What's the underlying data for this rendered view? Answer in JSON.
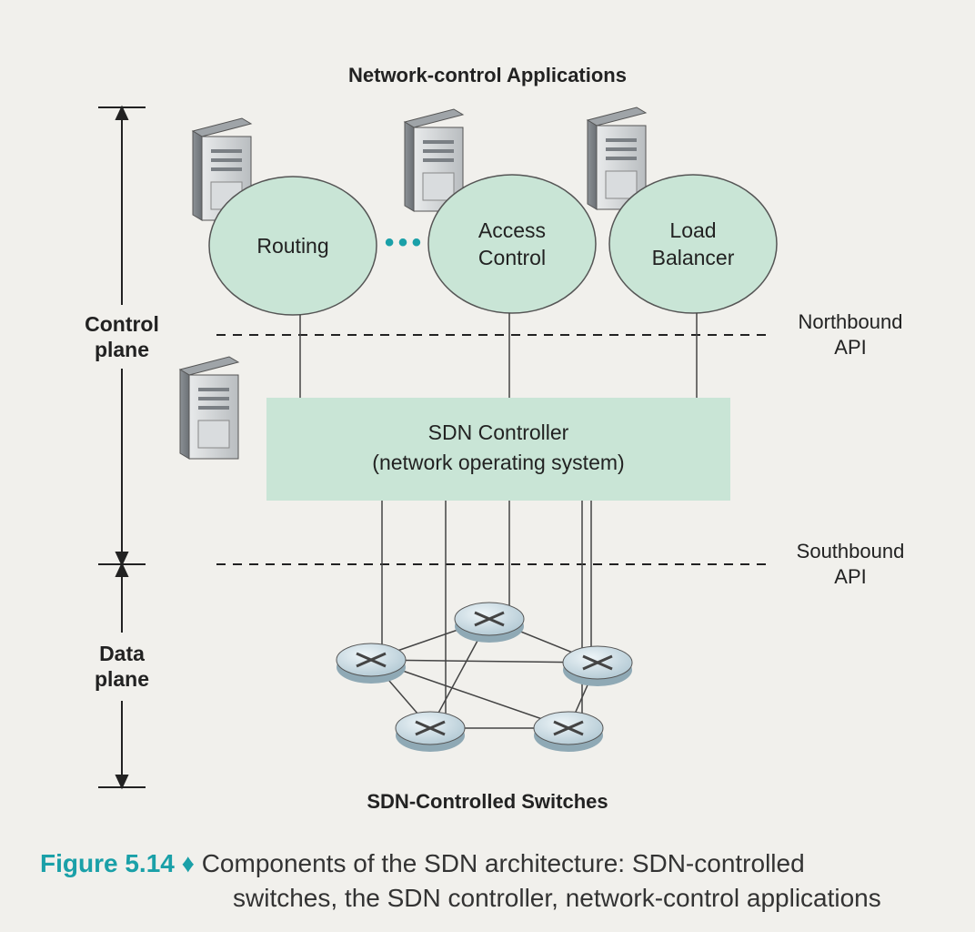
{
  "background_text": "",
  "diagram": {
    "apps_header": "Network-control Applications",
    "apps": [
      {
        "name_line1": "Routing",
        "name_line2": ""
      },
      {
        "name_line1": "Access",
        "name_line2": "Control"
      },
      {
        "name_line1": "Load",
        "name_line2": "Balancer"
      }
    ],
    "ellipsis": "• • •",
    "control_plane": {
      "line1": "Control",
      "line2": "plane"
    },
    "data_plane": {
      "line1": "Data",
      "line2": "plane"
    },
    "northbound_api": {
      "line1": "Northbound",
      "line2": "API"
    },
    "southbound_api": {
      "line1": "Southbound",
      "line2": "API"
    },
    "controller": {
      "line1": "SDN Controller",
      "line2": "(network operating system)"
    },
    "switches_header": "SDN-Controlled Switches"
  },
  "caption": {
    "figure_number": "Figure 5.14",
    "separator": "♦",
    "line1": "Components of the SDN architecture: SDN-controlled",
    "line2": "switches, the SDN controller, network-control applications"
  },
  "colors": {
    "app_fill": "#c9e5d6",
    "controller_fill": "#c9e5d6",
    "accent": "#1aa0a8",
    "switch_fill": "#d4e3ea",
    "server_fill": "#cfd2d4"
  }
}
